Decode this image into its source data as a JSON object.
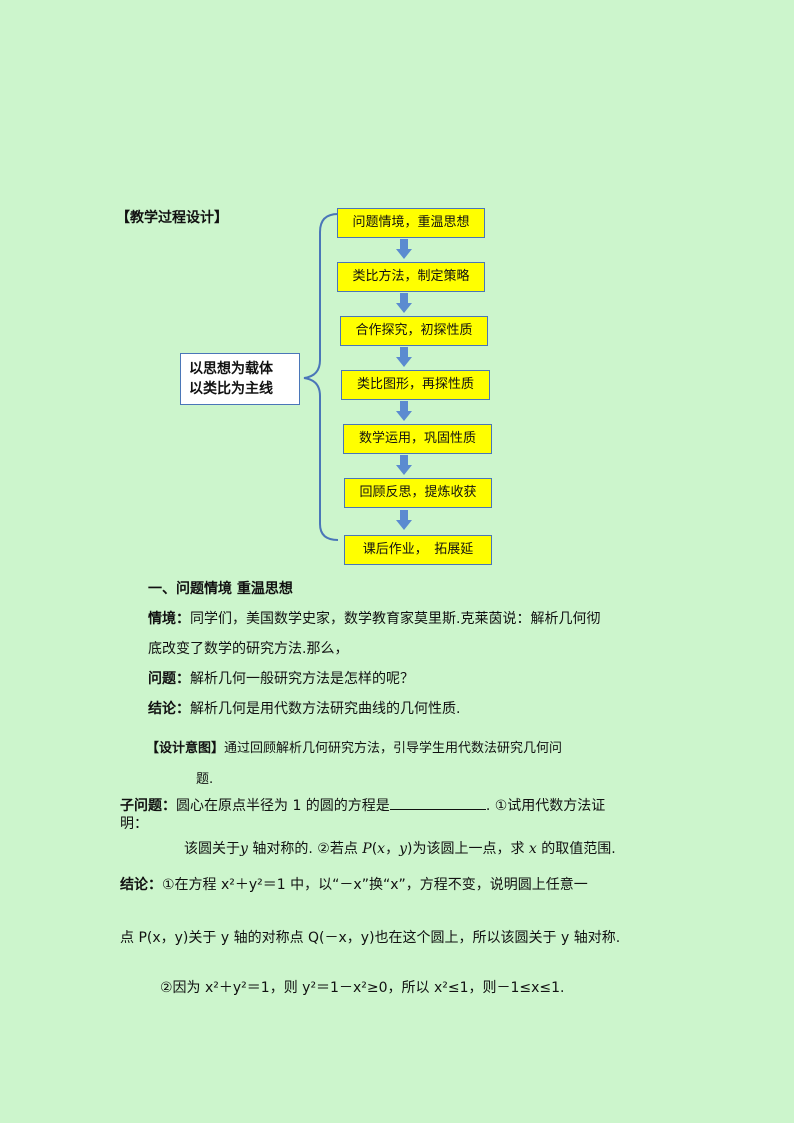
{
  "header": {
    "section_label": "【教学过程设计】"
  },
  "summary": {
    "line1": "以思想为载体",
    "line2": "以类比为主线"
  },
  "steps": [
    "问题情境，重温思想",
    "类比方法，制定策略",
    "合作探究，初探性质",
    "类比图形，再探性质",
    "数学运用，巩固性质",
    "回顾反思，提炼收获",
    "课后作业，　拓展延"
  ],
  "section1": {
    "title": "一、问题情境  重温思想",
    "context_label": "情境：",
    "context_text": "同学们，美国数学史家，数学教育家莫里斯.克莱茵说：解析几何彻",
    "context_text2": "底改变了数学的研究方法.那么，",
    "question_label": "问题：",
    "question_text": "解析几何一般研究方法是怎样的呢？",
    "conclusion_label": "结论：",
    "conclusion_text": "解析几何是用代数方法研究曲线的几何性质.",
    "design_label": "【设计意图】",
    "design_text": "通过回顾解析几何研究方法，引导学生用代数法研究几何问",
    "design_text2": "题.",
    "sub_label": "子问题：",
    "sub_text_a": "圆心在原点半径为 1 的圆的方程是",
    "sub_text_b": ". ①试用代数方法证",
    "sub_text_c": "明：",
    "sub_text_d1": "该圆关于",
    "sub_var_y": "y",
    "sub_text_d2": " 轴对称的. ②若点 ",
    "sub_var_P": "P",
    "sub_text_d3": "(",
    "sub_var_x": "x",
    "sub_text_d4": "，",
    "sub_var_y2": "y",
    "sub_text_d5": ")为该圆上一点，求 ",
    "sub_var_x2": "x",
    "sub_text_d6": " 的取值范围.",
    "concl2_label": "结论：",
    "concl2_line1": "①在方程 x²＋y²＝1 中，以“－x”换“x”，方程不变，说明圆上任意一",
    "concl2_line2": "点 P(x，y)关于 y 轴的对称点 Q(－x，y)也在这个圆上，所以该圆关于 y 轴对称.",
    "concl2_line3": "②因为 x²＋y²＝1，则 y²＝1－x²≥0，所以 x²≤1，则－1≤x≤1."
  },
  "colors": {
    "box_fill": "#ffff00",
    "box_border": "#4a76b8",
    "arrow": "#5b8bd0",
    "background": "#ccf5cc"
  }
}
